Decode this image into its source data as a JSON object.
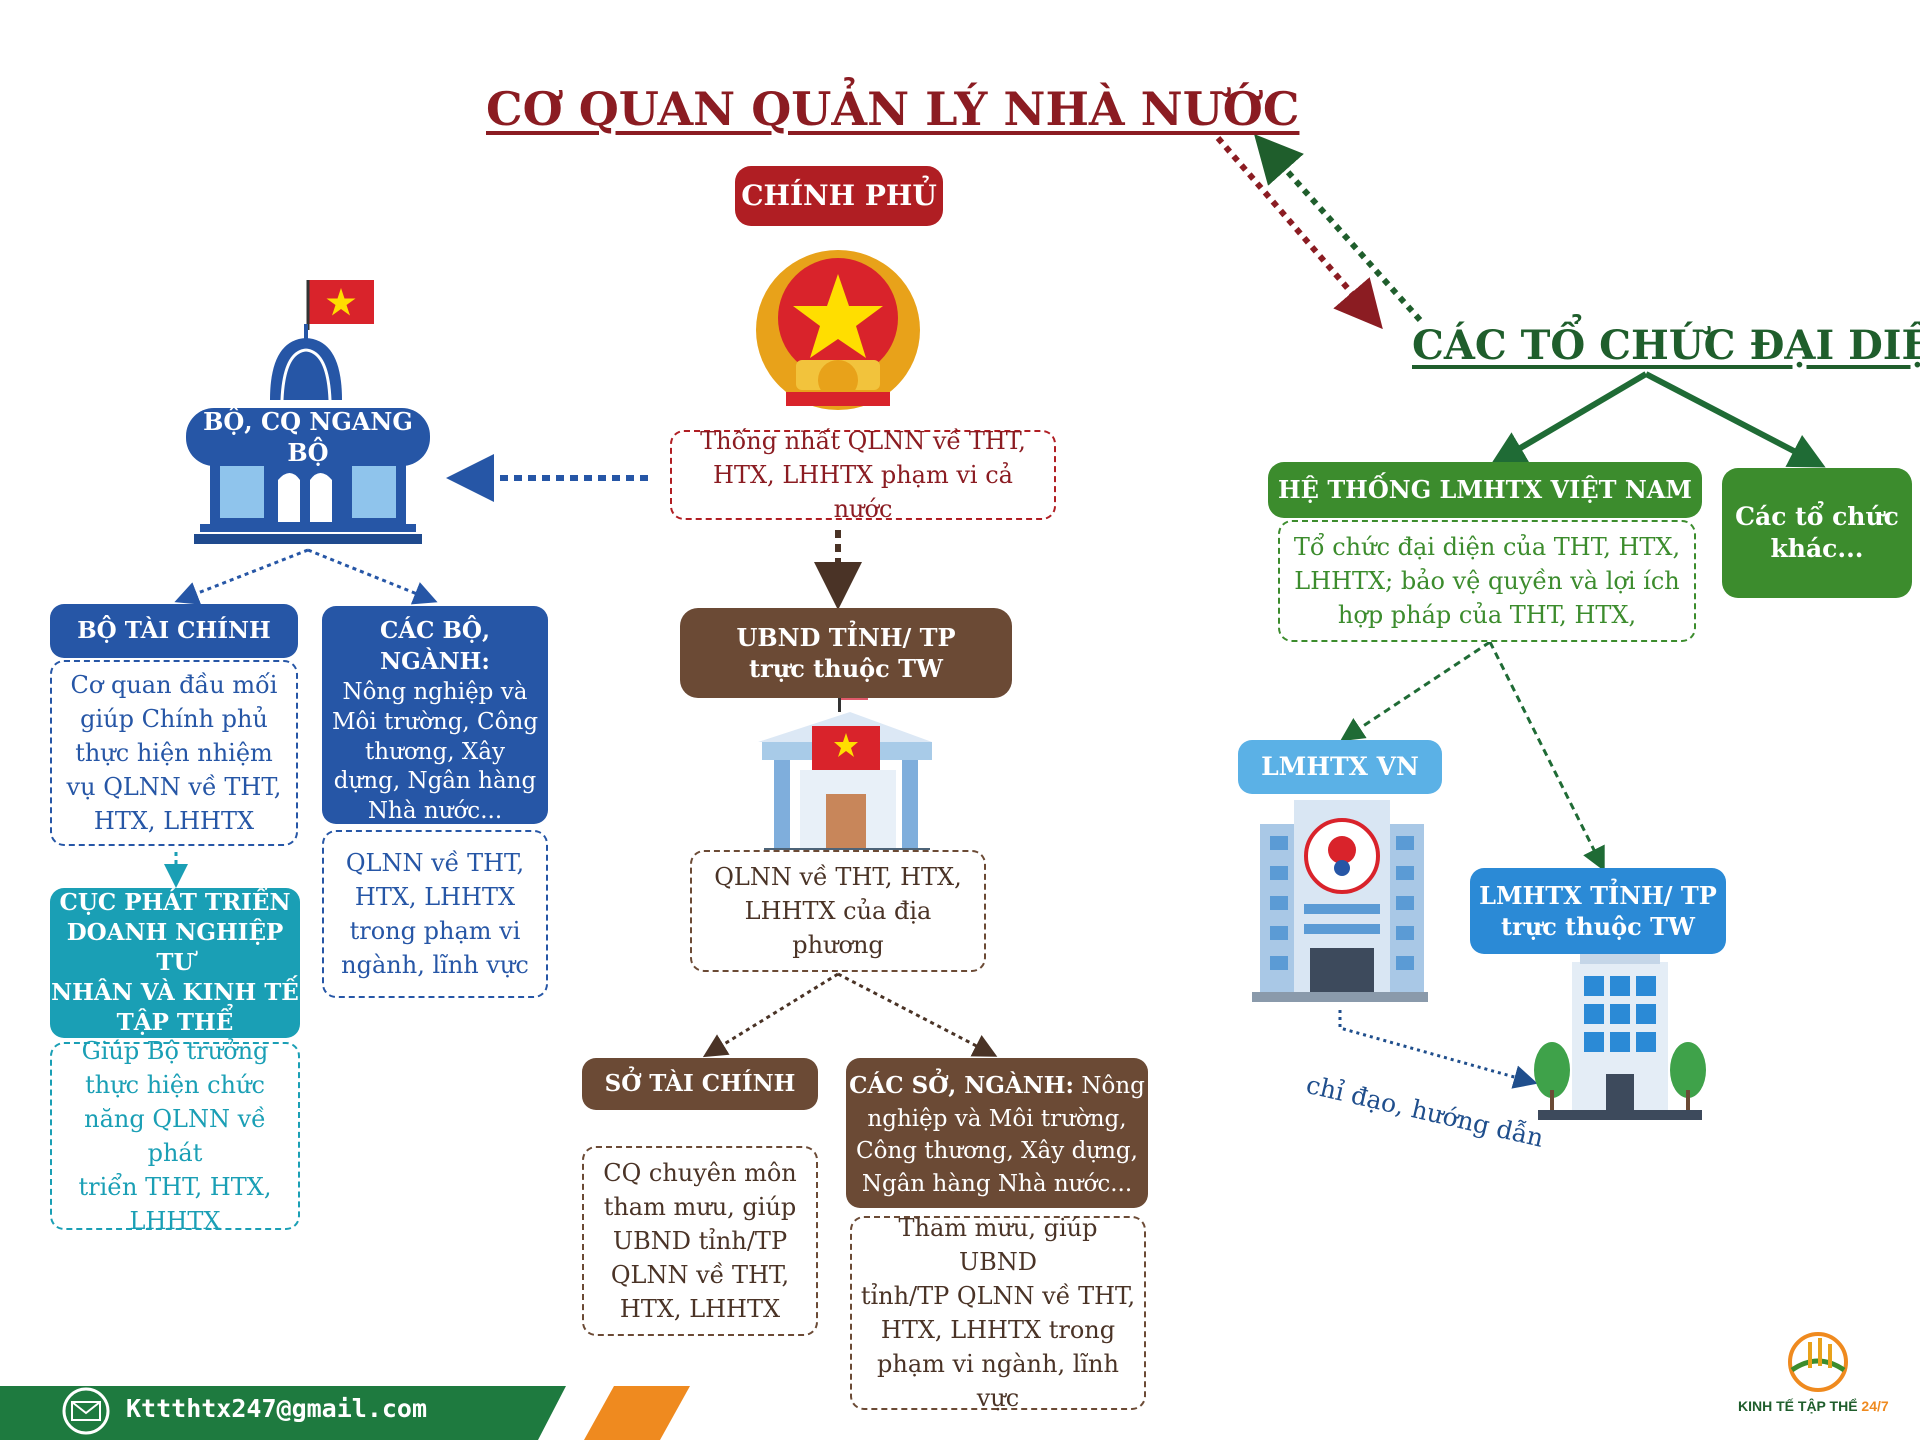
{
  "title": "CƠ QUAN QUẢN LÝ NHÀ NƯỚC",
  "representatives_title": "CÁC TỔ CHỨC ĐẠI DIỆN",
  "government": {
    "label": "CHÍNH PHỦ",
    "description": "Thống nhất QLNN về THT,\nHTX, LHHTX phạm vi cả nước"
  },
  "ministries": {
    "label": "BỘ, CQ NGANG BỘ",
    "finance": {
      "label": "BỘ TÀI CHÍNH",
      "description": "Cơ quan đầu mối\ngiúp Chính phủ\nthực hiện nhiệm\nvụ QLNN về THT,\nHTX, LHHTX"
    },
    "departments": {
      "label_bold": "CÁC BỘ, NGÀNH:",
      "label_rest": "Nông nghiệp và\nMôi trường, Công\nthương, Xây\ndựng, Ngân hàng\nNhà nước...",
      "description": "QLNN về THT,\nHTX, LHHTX\ntrong phạm vi\nngành, lĩnh vực"
    },
    "agency": {
      "label": "CỤC PHÁT TRIỂN\nDOANH NGHIỆP TƯ\nNHÂN VÀ KINH TẾ\nTẬP THỂ",
      "description": "Giúp Bộ trưởng\nthực hiện chức\nnăng QLNN về phát\ntriển THT, HTX,\nLHHTX"
    }
  },
  "province": {
    "label": "UBND TỈNH/ TP\ntrực thuộc TW",
    "description": "QLNN về THT, HTX,\nLHHTX của địa phương",
    "finance": {
      "label": "SỞ TÀI CHÍNH",
      "description": "CQ chuyên môn\ntham mưu, giúp\nUBND tỉnh/TP\nQLNN về THT,\nHTX, LHHTX"
    },
    "departments": {
      "label_bold": "CÁC SỞ, NGÀNH:",
      "label_rest": " Nông\nnghiệp và Môi trường,\nCông thương, Xây dựng,\nNgân hàng Nhà nước...",
      "description": "Tham mưu, giúp UBND\ntỉnh/TP QLNN về THT,\nHTX, LHHTX trong\nphạm vi ngành, lĩnh\nvực"
    }
  },
  "lmhtx_system": {
    "label": "HỆ THỐNG LMHTX VIỆT NAM",
    "description": "Tổ chức đại diện của THT, HTX,\nLHHTX; bảo vệ quyền và lợi ích\nhợp pháp của THT, HTX,"
  },
  "other_orgs": {
    "label": "Các tổ chức\nkhác..."
  },
  "lmhtx_vn": {
    "label": "LMHTX VN"
  },
  "lmhtx_province": {
    "label": "LMHTX TỈNH/ TP\ntrực thuộc TW"
  },
  "guidance_label": "chỉ đạo, hướng dẫn",
  "footer": {
    "email": "Kttthtx247@gmail.com"
  },
  "brand": {
    "name_main": "KINH TẾ TẬP THỂ",
    "name_accent": "24/7"
  },
  "colors": {
    "title_red": "#8b1c22",
    "gov_red": "#b01e23",
    "ministry_blue": "#2656a6",
    "agency_teal": "#1a9fb5",
    "province_brown": "#6b4a35",
    "green": "#3c8c2d",
    "dark_green": "#1f5e2c",
    "light_blue": "#5bb1e6",
    "footer_green": "#1e7a3f",
    "footer_orange": "#ef8a1f"
  }
}
